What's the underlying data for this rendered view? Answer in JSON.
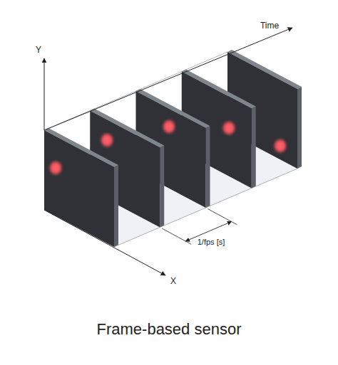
{
  "diagram": {
    "caption": "Frame-based sensor",
    "labels": [
      "Y",
      "Time",
      "1/fps [s]",
      "X"
    ]
  }
}
